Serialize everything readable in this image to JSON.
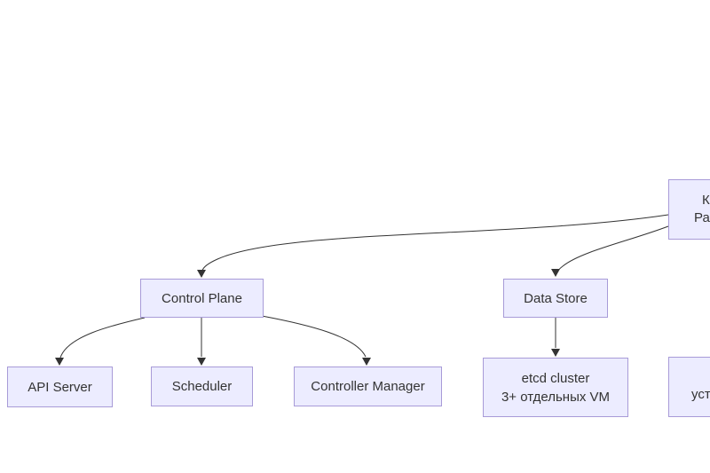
{
  "diagram": {
    "type": "flowchart",
    "colors": {
      "node_fill": "#ECECFF",
      "node_border": "#a89bd8",
      "edge_stroke": "#333333",
      "text": "#333333",
      "background": "#ffffff"
    },
    "nodes": {
      "cluster": {
        "line1": "К",
        "line2": "Раз",
        "truncated": "clipped at right edge of screen"
      },
      "control_plane": {
        "label": "Control Plane"
      },
      "data_store": {
        "label": "Data Store"
      },
      "api_server": {
        "label": "API Server"
      },
      "scheduler": {
        "label": "Scheduler"
      },
      "controller_manager": {
        "label": "Controller Manager"
      },
      "etcd": {
        "line1": "etcd cluster",
        "line2": "3+ отдельных VM"
      },
      "install": {
        "line1": "уста",
        "truncated": "clipped at right edge of screen"
      }
    },
    "edges": [
      {
        "from": "cluster",
        "to": "control_plane",
        "arrow": "down"
      },
      {
        "from": "cluster",
        "to": "data_store",
        "arrow": "down"
      },
      {
        "from": "control_plane",
        "to": "api_server",
        "arrow": "down"
      },
      {
        "from": "control_plane",
        "to": "scheduler",
        "arrow": "down"
      },
      {
        "from": "control_plane",
        "to": "controller_manager",
        "arrow": "down"
      },
      {
        "from": "data_store",
        "to": "etcd",
        "arrow": "down"
      }
    ]
  }
}
